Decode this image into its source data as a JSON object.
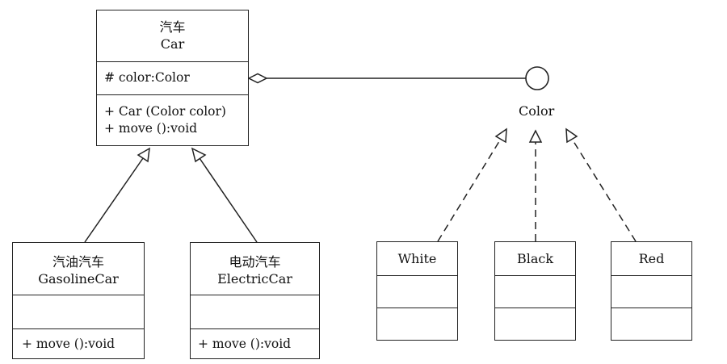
{
  "classes": {
    "car": {
      "name_cn": "汽车",
      "name_en": "Car",
      "attribute": "# color:Color",
      "operations": [
        "+ Car (Color color)",
        "+ move ():void"
      ]
    },
    "gasoline": {
      "name_cn": "汽油汽车",
      "name_en": "GasolineCar",
      "operation": "+ move ():void"
    },
    "electric": {
      "name_cn": "电动汽车",
      "name_en": "ElectricCar",
      "operation": "+ move ():void"
    },
    "white": {
      "name": "White"
    },
    "black": {
      "name": "Black"
    },
    "red": {
      "name": "Red"
    }
  },
  "interface": {
    "name": "Color"
  }
}
